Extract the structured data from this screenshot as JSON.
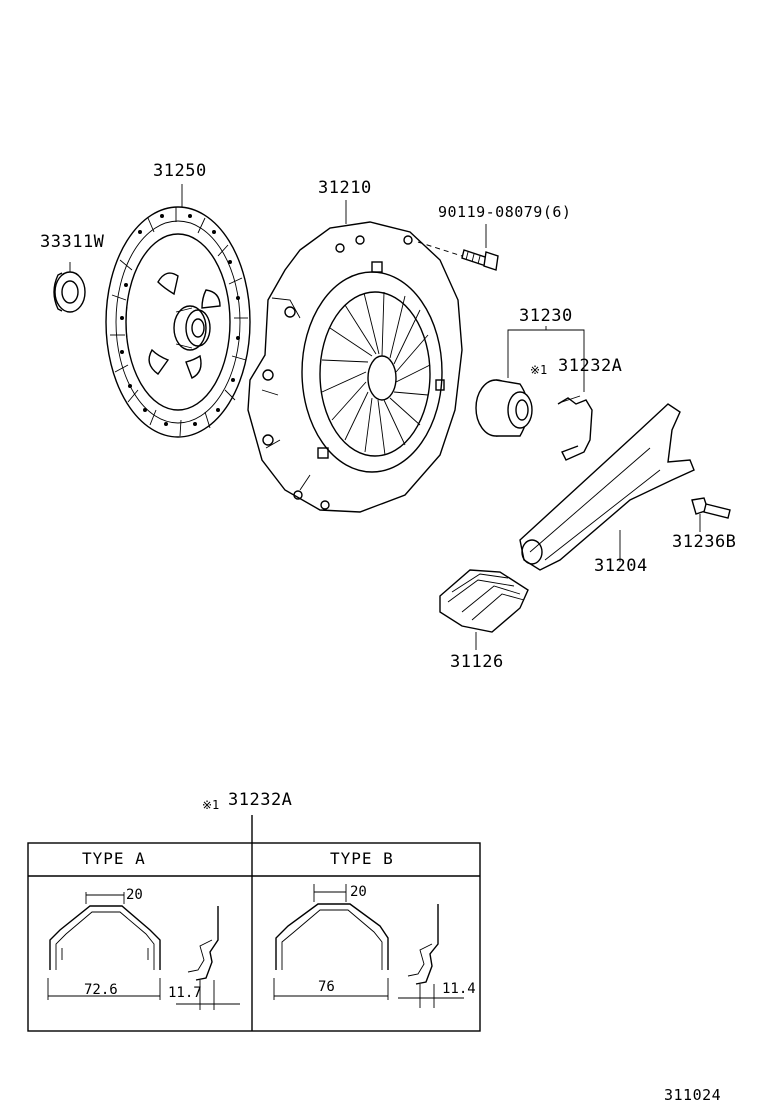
{
  "parts": {
    "disc": "31250",
    "pilot_bearing": "33311W",
    "cover": "31210",
    "bolt": "90119-08079(6)",
    "bearing_assy": "31230",
    "clip": "31232A",
    "fork": "31204",
    "fork_bolt": "31236B",
    "boot": "31126"
  },
  "note_mark": "※1",
  "detail": {
    "title": "31232A",
    "type_a": {
      "header": "TYPE  A",
      "top_width": "20",
      "bottom_width": "72.6",
      "depth": "11.7"
    },
    "type_b": {
      "header": "TYPE  B",
      "top_width": "20",
      "bottom_width": "76",
      "depth": "11.4"
    }
  },
  "figure_number": "311024"
}
